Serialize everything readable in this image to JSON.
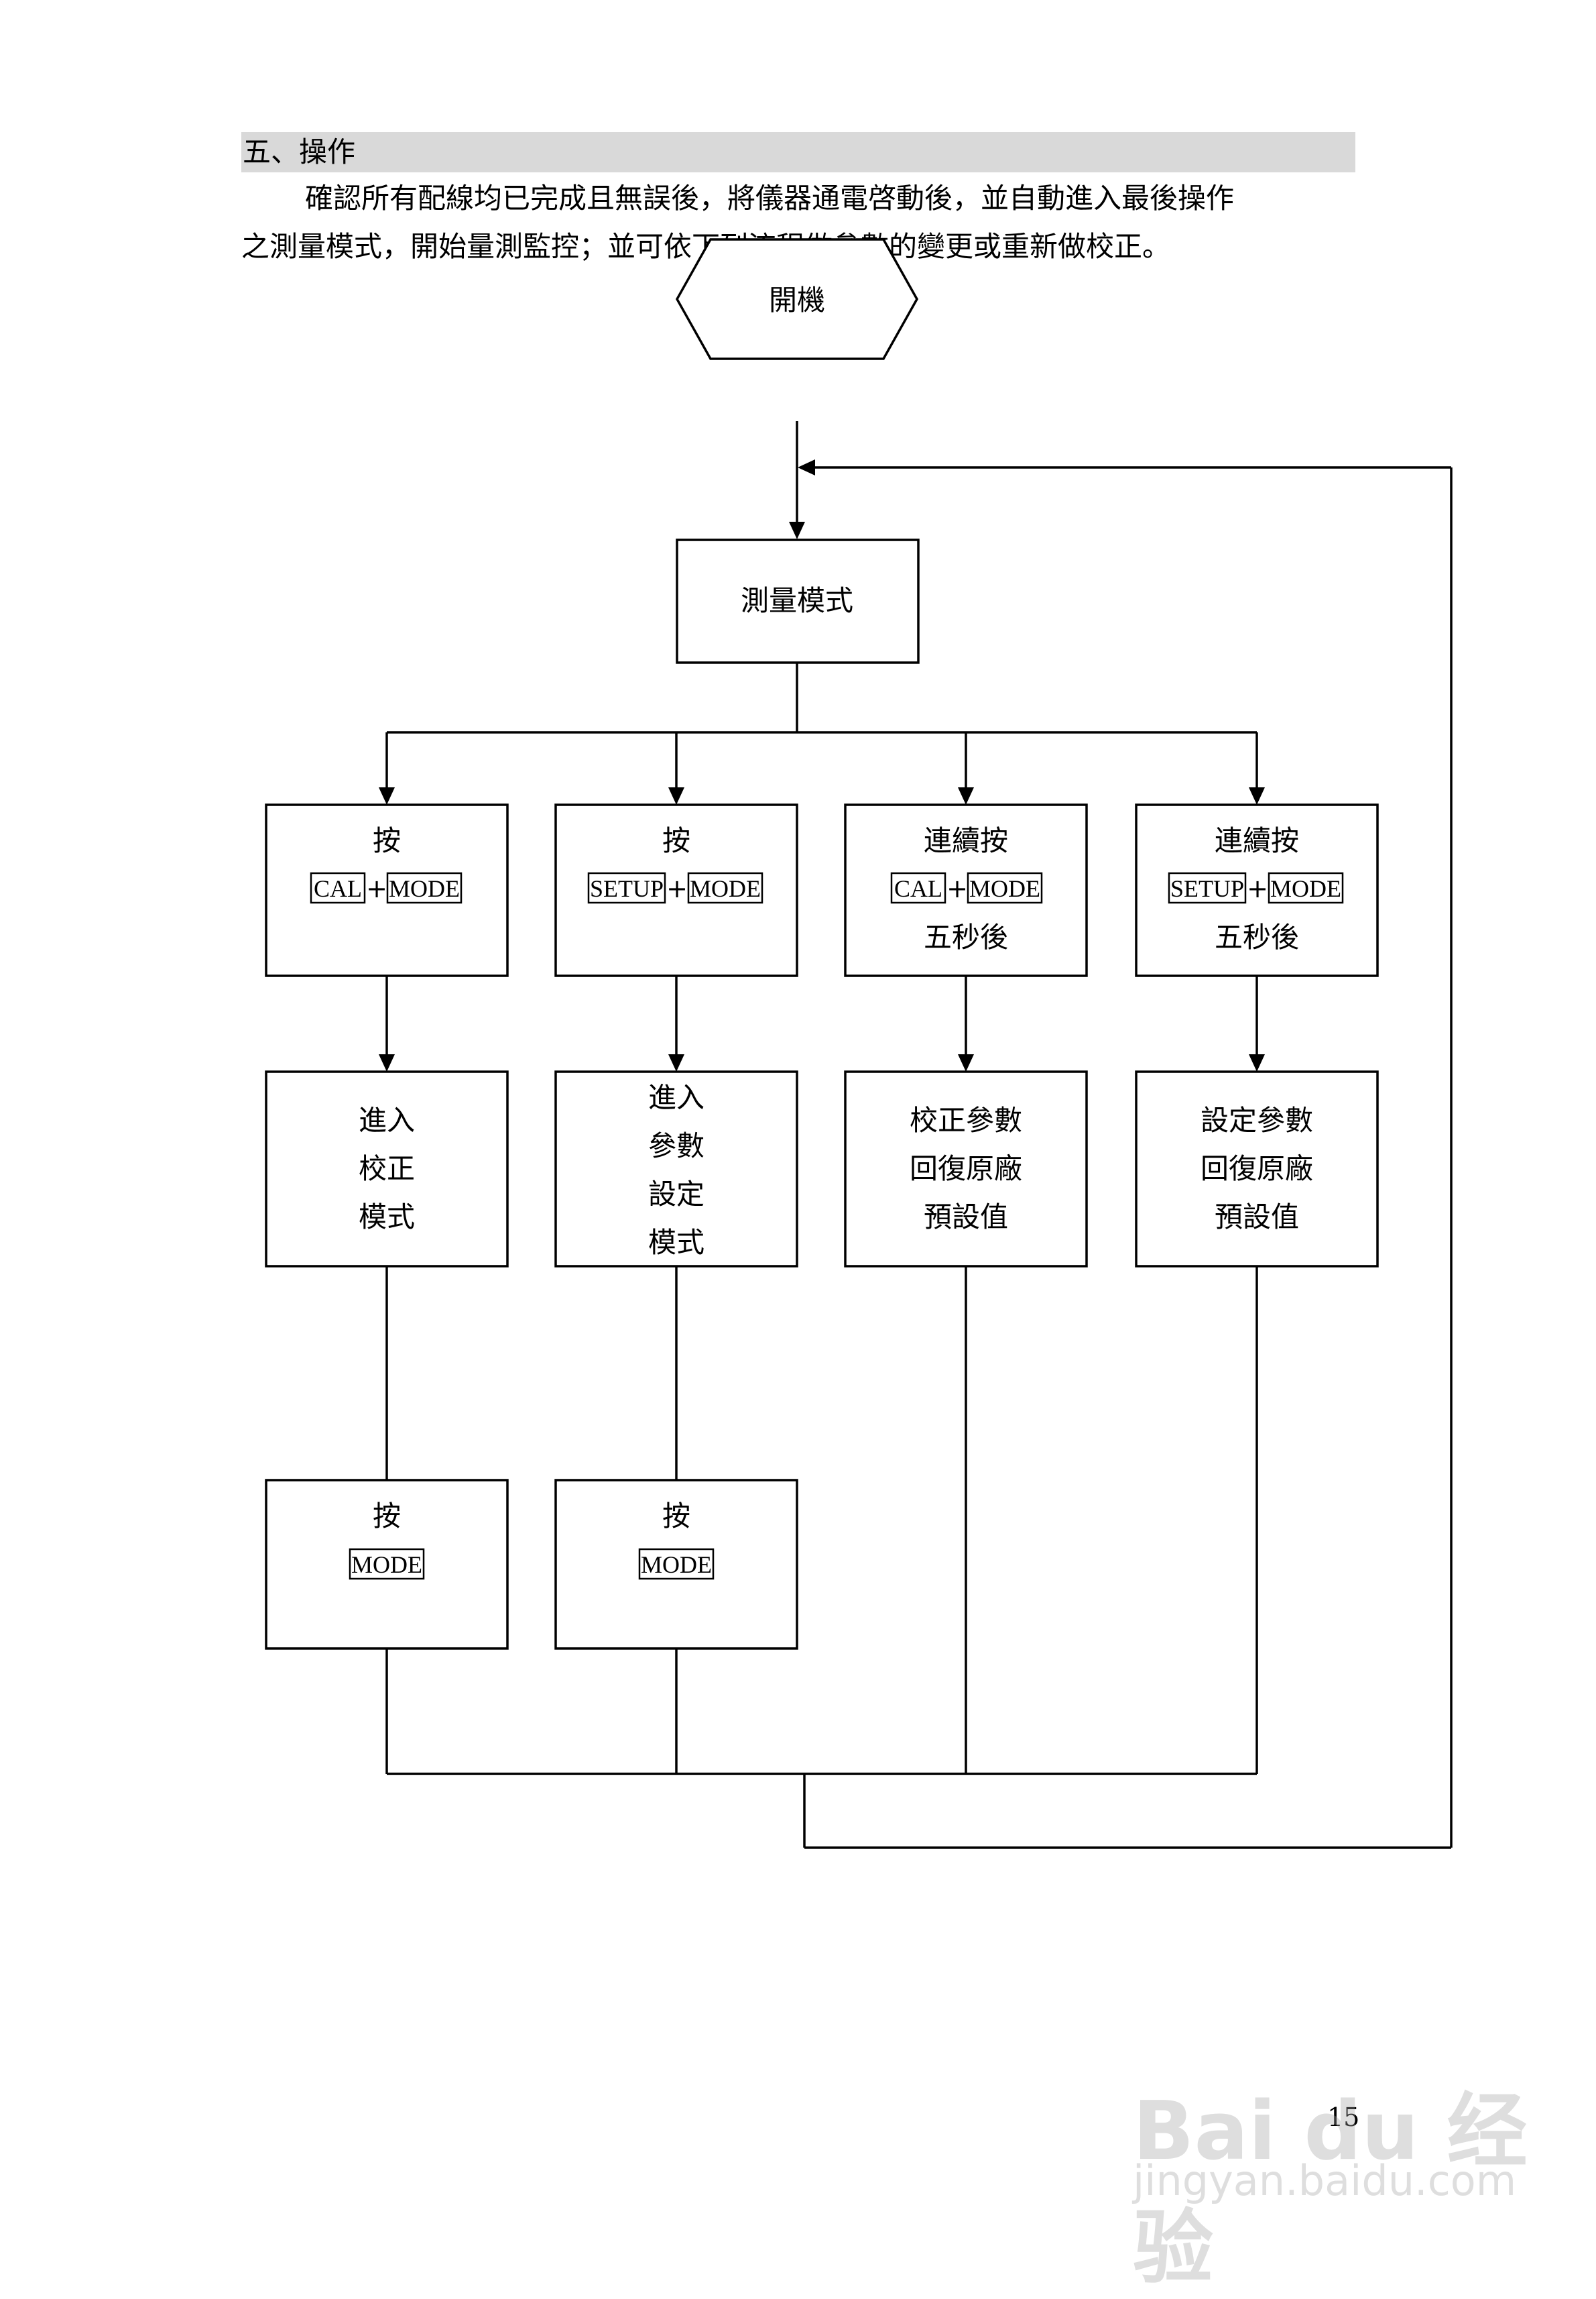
{
  "section": {
    "title": "五、操作"
  },
  "intro": {
    "line1": "確認所有配線均已完成且無誤後，將儀器通電啓動後，並自動進入最後操作",
    "line2": "之測量模式，開始量測監控；並可依下列流程做參數的變更或重新做校正。"
  },
  "flow": {
    "start": "開機",
    "measure": "測量模式",
    "plus": "+",
    "branches": [
      {
        "lines": [
          "按"
        ],
        "keys": [
          "CAL",
          "MODE"
        ]
      },
      {
        "lines": [
          "按"
        ],
        "keys": [
          "SETUP",
          "MODE"
        ]
      },
      {
        "lines": [
          "連續按"
        ],
        "keys": [
          "CAL",
          "MODE"
        ],
        "after": "五秒後"
      },
      {
        "lines": [
          "連續按"
        ],
        "keys": [
          "SETUP",
          "MODE"
        ],
        "after": "五秒後"
      }
    ],
    "results": [
      [
        "進入",
        "校正",
        "模式"
      ],
      [
        "進入",
        "參數",
        "設定",
        "模式"
      ],
      [
        "校正參數",
        "回復原廠",
        "預設值"
      ],
      [
        "設定參數",
        "回復原廠",
        "預設值"
      ]
    ],
    "exits": [
      {
        "line": "按",
        "key": "MODE"
      },
      {
        "line": "按",
        "key": "MODE"
      }
    ]
  },
  "page_number": "15",
  "watermark": {
    "brand": "Bai du 经验",
    "url": "jingyan.baidu.com"
  }
}
